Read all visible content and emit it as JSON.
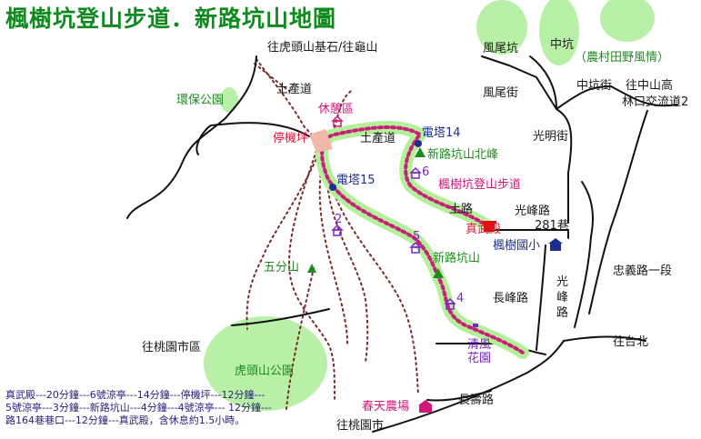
{
  "title": "楓樹坑登山步道．新路坑山地圖",
  "labels": {
    "to_hutoushan": "往虎頭山基石/往龜山",
    "industrial_road_1": "土產道",
    "industrial_road_2": "土產道",
    "eco_park": "環保公園",
    "rest_area": "休憩區",
    "parking": "停機坪",
    "tower14": "電塔14",
    "tower15": "電塔15",
    "north_peak": "新路坑山北峰",
    "mapletrail": "楓樹坑登山步道",
    "dirt_road": "土路",
    "fengwei_pit": "風尾坑",
    "fengwei_st": "風尾街",
    "zhongkeng": "中坑",
    "zhongkeng_st": "中坑街",
    "farm_scenery": "（農村田野風情）",
    "to_freeway_1": "往中山高",
    "to_freeway_2": "林口交流道2",
    "guangming_st": "光明街",
    "guangfeng_rd": "光峰路",
    "lane281": "281巷",
    "zhenwu": "真武殿",
    "maple_school": "楓樹國小",
    "wufenshan": "五分山",
    "xinlukeng": "新路坑山",
    "zhongyi_rd": "忠義路一段",
    "changfeng_rd": "長峰路",
    "guangfeng_vertical": "光峰路",
    "to_taoyuan_district": "往桃園市區",
    "qingfeng_1": "清風",
    "qingfeng_2": "花園",
    "to_taipei": "往台北",
    "hutou_park": "虎頭山公園",
    "spring_farm": "春天農場",
    "changshou_rd": "長壽路",
    "to_taoyuan_city": "往桃園市"
  },
  "pavilions": [
    "2",
    "5",
    "6",
    "4"
  ],
  "note_lines": [
    "真武殿---20分鐘---6號涼亭---14分鐘---停機坪---12分鐘---",
    "5號涼亭---3分鐘---新路坑山---4分鐘---4號涼亭--- 12分鐘---",
    "路164巷巷口---12分鐘---真武殿，含休息約1.5小時。"
  ],
  "colors": {
    "green_area": "#b8f0a8",
    "route_glow": "#b4f09a",
    "route": "#c8207a",
    "road": "#111111",
    "trail": "#7a2a2a",
    "title": "#0f8a1e"
  }
}
